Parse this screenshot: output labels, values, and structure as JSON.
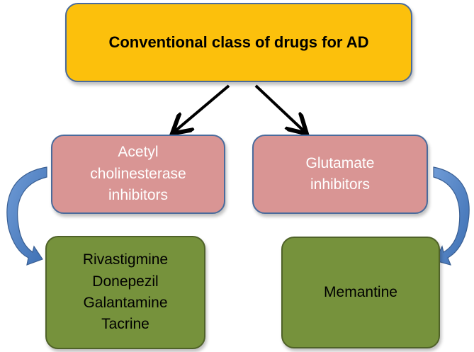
{
  "diagram": {
    "top": {
      "label": "Conventional class of drugs for AD"
    },
    "classes": [
      {
        "label_lines": [
          "Acetyl",
          "cholinesterase",
          "inhibitors"
        ]
      },
      {
        "label_lines": [
          "Glutamate",
          "inhibitors"
        ]
      }
    ],
    "drugs": [
      {
        "label_lines": [
          "Rivastigmine",
          "Donepezil",
          "Galantamine",
          "Tacrine"
        ]
      },
      {
        "label_lines": [
          "Memantine"
        ]
      }
    ]
  },
  "colors": {
    "top_fill": "#fcc00c",
    "class_fill": "#d99594",
    "drug_fill": "#76923c",
    "border": "#4a6b9c",
    "curved_arrow": "#4f81bd"
  }
}
